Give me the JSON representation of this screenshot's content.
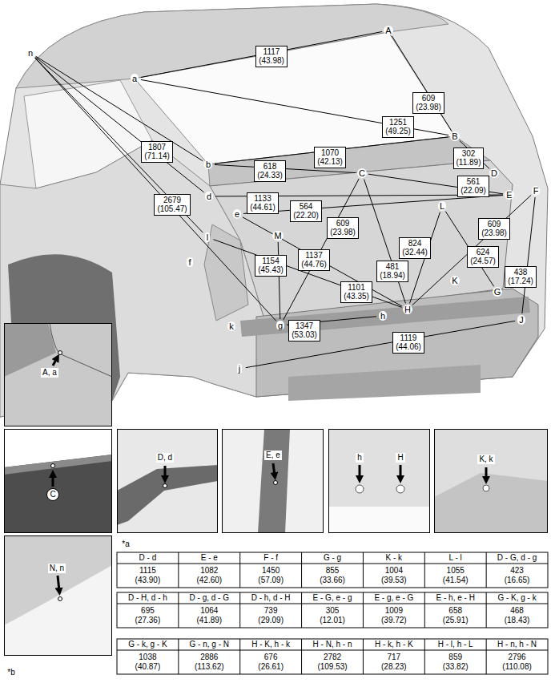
{
  "diagram": {
    "nodes": [
      {
        "text": [
          "1117 (43.98)"
        ]
      },
      {
        "text": [
          "609 (23.98)"
        ]
      },
      {
        "text": [
          "1251 (49.25)"
        ]
      },
      {
        "text": [
          "1807 (71.14)"
        ]
      },
      {
        "text": [
          "302 (11.89)"
        ]
      },
      {
        "text": [
          "1070 (42.13)"
        ]
      },
      {
        "text": [
          "618 (24.33)"
        ]
      },
      {
        "text": [
          "561 (22.09)"
        ]
      },
      {
        "text": [
          "1133 (44.61)"
        ]
      },
      {
        "text": [
          "2679 (105.47)"
        ]
      },
      {
        "text": [
          "564 (22.20)"
        ]
      },
      {
        "text": [
          "609 (23.98)"
        ]
      },
      {
        "text": [
          "609 (23.98)"
        ]
      },
      {
        "text": [
          "824 (32.44)"
        ]
      },
      {
        "text": [
          "624 (24.57)"
        ]
      },
      {
        "text": [
          "1137 (44.76)"
        ]
      },
      {
        "text": [
          "1154 (45.43)"
        ]
      },
      {
        "text": [
          "481 (18.94)"
        ]
      },
      {
        "text": [
          "438 (17.24)"
        ]
      },
      {
        "text": [
          "1101 (43.35)"
        ]
      },
      {
        "text": [
          "1347 (53.03)"
        ]
      },
      {
        "text": [
          "1119 (44.06)"
        ]
      },
      {
        "text": [
          "A, a"
        ]
      },
      {
        "text": [
          "C"
        ]
      },
      {
        "text": [
          "D, d"
        ]
      },
      {
        "text": [
          "E, e"
        ]
      },
      {
        "text": [
          "h",
          "H"
        ]
      },
      {
        "text": [
          "K, k"
        ]
      },
      {
        "text": [
          "N, n"
        ]
      }
    ],
    "labels": [
      "n",
      "A",
      "a",
      "B",
      "b",
      "C",
      "D",
      "d",
      "E",
      "e",
      "F",
      "L",
      "l",
      "f",
      "M",
      "K",
      "G",
      "k",
      "g",
      "h",
      "H",
      "J",
      "j",
      "*a",
      "D - d",
      "E - e",
      "F - f",
      "G - g",
      "K - k",
      "L - l",
      "D - G, d - g",
      "1115 (43.90)",
      "1082 (42.60)",
      "1450 (57.09)",
      "855 (33.66)",
      "1004 (39.53)",
      "1055 (41.54)",
      "423 (16.65)",
      "D - H, d - h",
      "D - g, d - G",
      "D - h, d - H",
      "E - G, e - g",
      "E - g, e - G",
      "E - h, e - H",
      "G - K, g - k",
      "695 (27.36)",
      "1064 (41.89)",
      "739 (29.09)",
      "305 (12.01)",
      "1009 (39.72)",
      "658 (25.91)",
      "468 (18.43)",
      "G - k, g - K",
      "G - n, g - N",
      "H - K, h - k",
      "H - N, h - n",
      "H - k, h - K",
      "H - l, h - L",
      "H - n, h - N",
      "1038 (40.87)",
      "2886 (113.62)",
      "676 (26.61)",
      "2782 (109.53)",
      "717 (28.23)",
      "859 (33.82)",
      "2796 (110.08)",
      "*b"
    ]
  }
}
